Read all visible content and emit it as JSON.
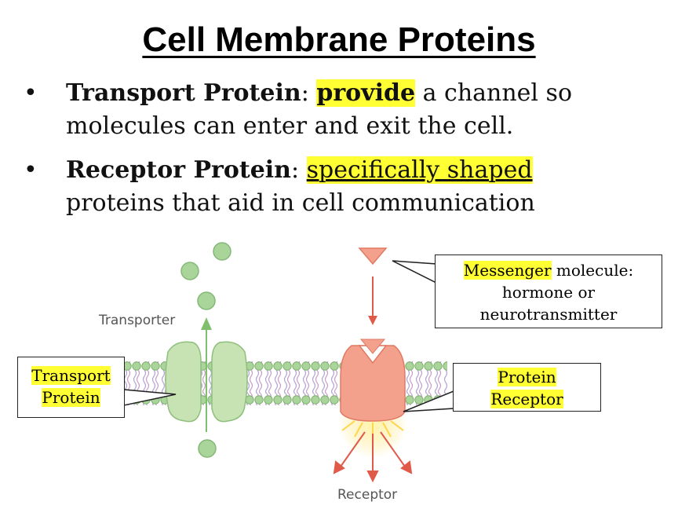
{
  "title": "Cell Membrane Proteins",
  "bullets": [
    {
      "term": "Transport Protein",
      "sep": ":",
      "highlight": "provide",
      "rest1": " a channel so",
      "rest2": "molecules can enter and exit the cell."
    },
    {
      "term": "Receptor Protein",
      "sep": ":",
      "highlight": "specifically shaped",
      "rest1": "",
      "rest2": "proteins that aid in cell communication"
    }
  ],
  "diagram": {
    "transporter_label": "Transporter",
    "receptor_label": "Receptor"
  },
  "callouts": {
    "messenger": {
      "highlight": "Messenger",
      "rest": " molecule:",
      "line2": "hormone or",
      "line3": "neurotransmitter"
    },
    "transport": {
      "line1": "Transport",
      "line2": "Protein"
    },
    "receptor": {
      "line1": "Protein",
      "line2": "Receptor"
    }
  },
  "colors": {
    "highlight": "#ffff33",
    "membrane_head": "#a9d49a",
    "transporter": "#c7e3b4",
    "receptor": "#f3a08d",
    "arrow_red": "#e05a4a",
    "arrow_green": "#7fbf6e",
    "burst": "#ffe27a"
  }
}
